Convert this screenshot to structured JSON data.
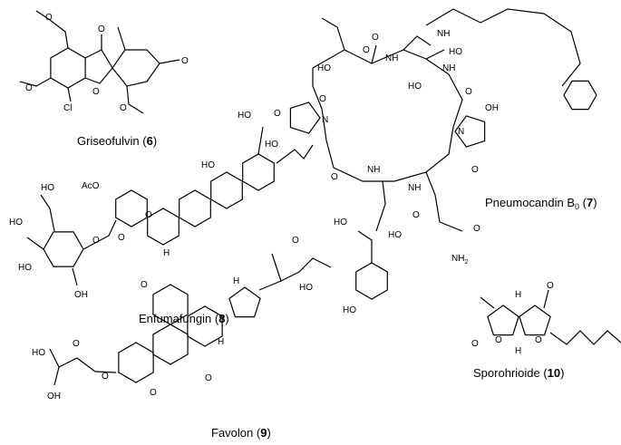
{
  "compounds": [
    {
      "name": "Griseofulvin",
      "number": "6"
    },
    {
      "name": "Pneumocandin B",
      "subscript": "0",
      "number": "7"
    },
    {
      "name": "Enfumafungin",
      "number": "8"
    },
    {
      "name": "Favolon",
      "number": "9"
    },
    {
      "name": "Sporohrioide",
      "number": "10"
    }
  ],
  "atoms": {
    "O": "O",
    "Cl": "Cl",
    "HO": "HO",
    "OH": "OH",
    "AcO": "AcO",
    "NH": "NH",
    "N": "N",
    "NH2": "NH",
    "sub2": "2",
    "H": "H"
  }
}
